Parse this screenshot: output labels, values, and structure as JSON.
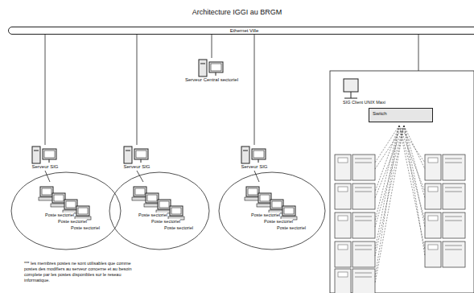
{
  "diagram": {
    "title": "Architecture IGGI au BRGM",
    "nodes": [
      {
        "text": [
          "Ethernet Ville"
        ]
      },
      {
        "text": [
          "Serveur SIG"
        ]
      },
      {
        "text": [
          "Serveur SIG"
        ]
      },
      {
        "text": [
          "Serveur Central sectoriel"
        ]
      },
      {
        "text": [
          "Serveur SIG"
        ]
      },
      {
        "text": [
          "Switch"
        ]
      }
    ],
    "edges": [
      {
        "from": 0,
        "to": 1,
        "arrow": "none"
      },
      {
        "from": 0,
        "to": 2,
        "arrow": "none"
      },
      {
        "from": 0,
        "to": 3,
        "arrow": "none"
      },
      {
        "from": 0,
        "to": 4,
        "arrow": "none"
      }
    ],
    "labels": [
      "Poste sectoriel",
      "Poste sectoriel",
      "Poste sectoriel",
      "Poste sectoriel",
      "Poste sectoriel",
      "Poste sectoriel",
      "Poste sectoriel",
      "Poste sectoriel",
      "Poste sectoriel",
      "SIG Client UNIX Maxi",
      "*** les membres postes ne sont utilisables que comme postes des modifiers au serveur concerne et au besoin complete par les postes disponibles sur le reseau informatique."
    ]
  }
}
